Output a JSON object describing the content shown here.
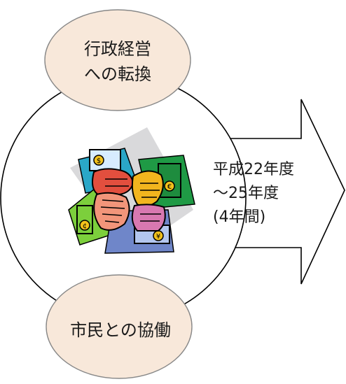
{
  "top_oval": {
    "lines": [
      "行政経営",
      "への転換"
    ]
  },
  "bottom_oval": {
    "label": "市民との協働"
  },
  "arrow": {
    "lines": [
      "平成22年度",
      "～25年度",
      "(4年間)"
    ]
  },
  "clipart": {
    "icon": "joined-hands-icon",
    "currency_symbols": [
      "$",
      "€",
      "¥",
      "¢"
    ]
  },
  "colors": {
    "oval_fill": "#f8e8da",
    "outline": "#000000"
  }
}
